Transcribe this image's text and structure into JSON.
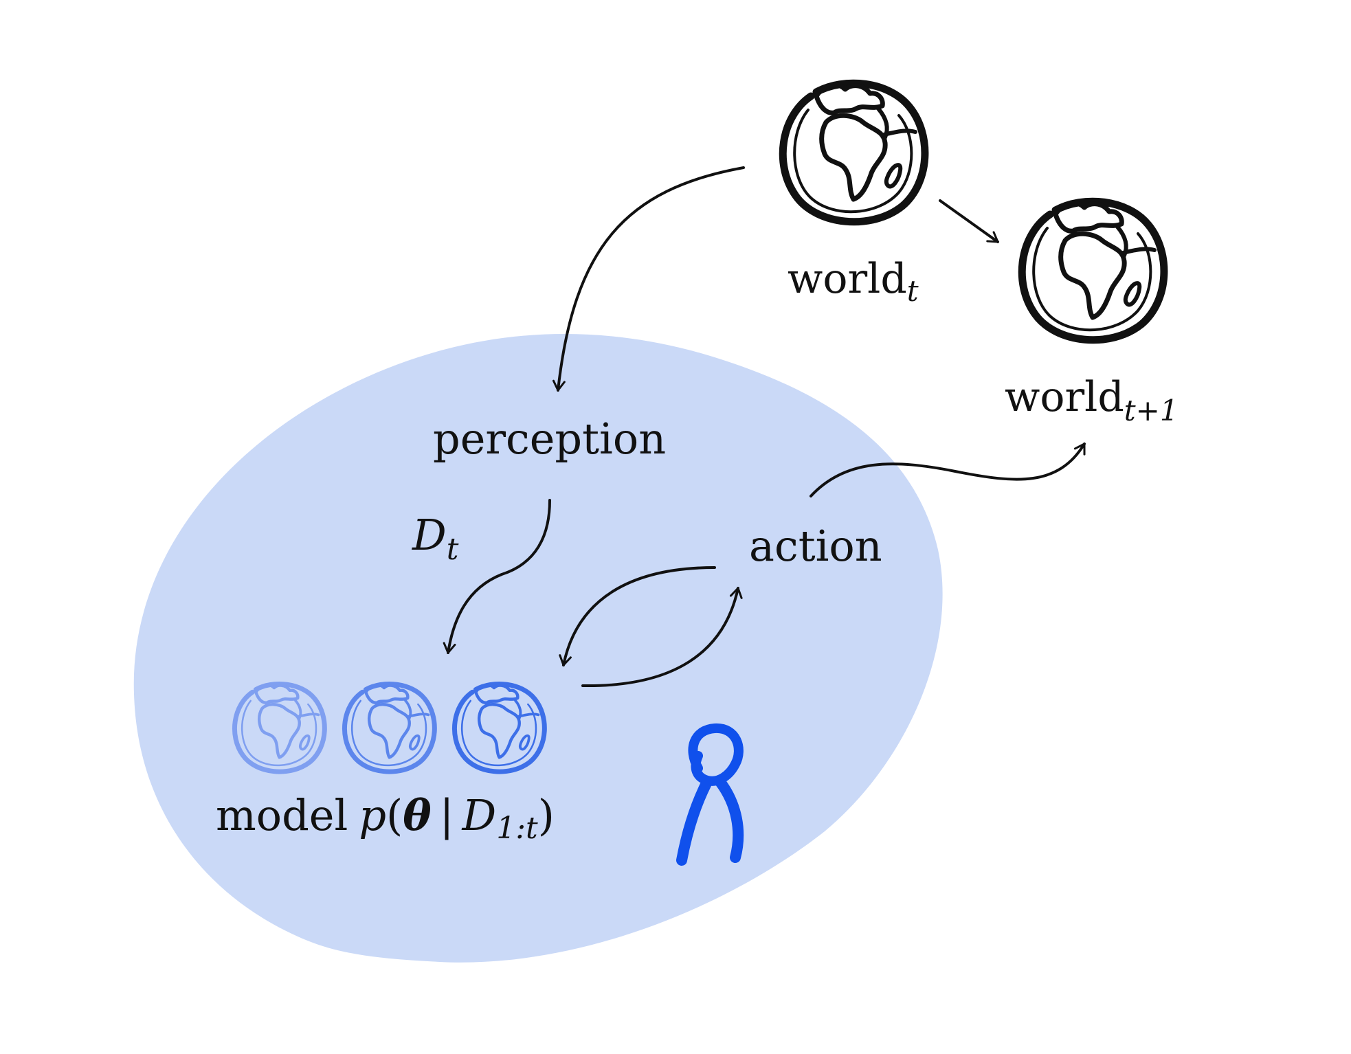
{
  "colors": {
    "agent_region": "#cad9f7",
    "ink": "#111111",
    "agent_figure": "#1050ec",
    "model_globe_1": "#7f9ff0",
    "model_globe_2": "#5c86ec",
    "model_globe_3": "#3d6fe8"
  },
  "icons": {
    "world": "globe-icon",
    "agent": "person-icon"
  },
  "labels": {
    "world_t": {
      "base": "world",
      "sub": "t"
    },
    "world_t1": {
      "base": "world",
      "sub": "t+1"
    },
    "perception": "perception",
    "data": {
      "base": "D",
      "sub": "t"
    },
    "action": "action",
    "model": {
      "word": "model",
      "p": "p",
      "open": "(",
      "theta": "θ",
      "bar": "|",
      "D": "D",
      "sub": "1:t",
      "close": ")"
    }
  }
}
